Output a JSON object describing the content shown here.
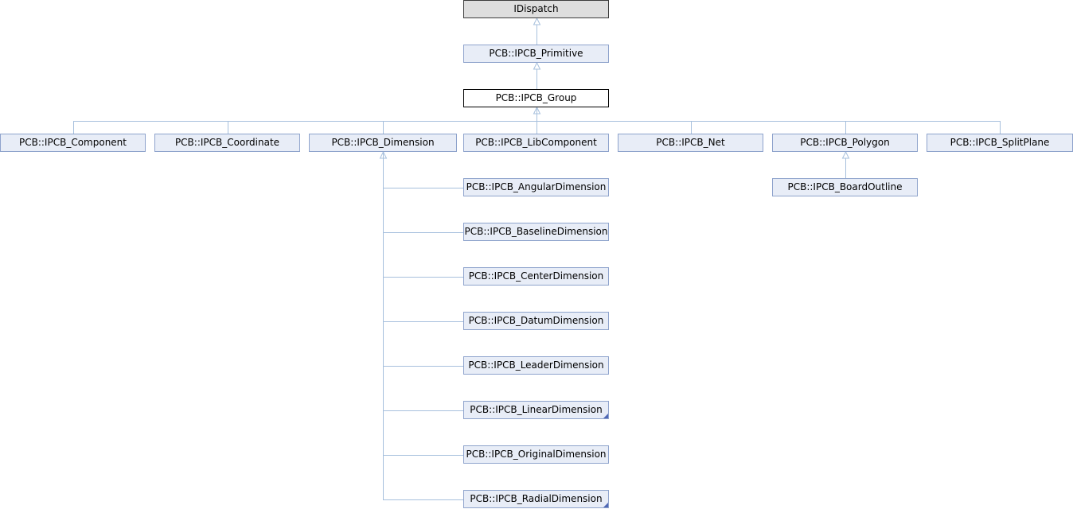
{
  "nodes": [
    {
      "id": "idispatch",
      "label": "IDispatch",
      "kind": "root"
    },
    {
      "id": "primitive",
      "label": "PCB::IPCB_Primitive",
      "kind": "link"
    },
    {
      "id": "group",
      "label": "PCB::IPCB_Group",
      "kind": "current"
    },
    {
      "id": "component",
      "label": "PCB::IPCB_Component",
      "kind": "link"
    },
    {
      "id": "coordinate",
      "label": "PCB::IPCB_Coordinate",
      "kind": "link"
    },
    {
      "id": "dimension",
      "label": "PCB::IPCB_Dimension",
      "kind": "link"
    },
    {
      "id": "libcomponent",
      "label": "PCB::IPCB_LibComponent",
      "kind": "link"
    },
    {
      "id": "net",
      "label": "PCB::IPCB_Net",
      "kind": "link"
    },
    {
      "id": "polygon",
      "label": "PCB::IPCB_Polygon",
      "kind": "link"
    },
    {
      "id": "splitplane",
      "label": "PCB::IPCB_SplitPlane",
      "kind": "link"
    },
    {
      "id": "angular",
      "label": "PCB::IPCB_AngularDimension",
      "kind": "link"
    },
    {
      "id": "baseline",
      "label": "PCB::IPCB_BaselineDimension",
      "kind": "link"
    },
    {
      "id": "center",
      "label": "PCB::IPCB_CenterDimension",
      "kind": "link"
    },
    {
      "id": "datum",
      "label": "PCB::IPCB_DatumDimension",
      "kind": "link"
    },
    {
      "id": "leader",
      "label": "PCB::IPCB_LeaderDimension",
      "kind": "link"
    },
    {
      "id": "linear",
      "label": "PCB::IPCB_LinearDimension",
      "kind": "link",
      "truncated": true
    },
    {
      "id": "original",
      "label": "PCB::IPCB_OriginalDimension",
      "kind": "link"
    },
    {
      "id": "radial",
      "label": "PCB::IPCB_RadialDimension",
      "kind": "link",
      "truncated": true
    },
    {
      "id": "boardoutline",
      "label": "PCB::IPCB_BoardOutline",
      "kind": "link"
    }
  ],
  "edges": [
    {
      "child": "primitive",
      "parent": "idispatch"
    },
    {
      "child": "group",
      "parent": "primitive"
    },
    {
      "child": "component",
      "parent": "group"
    },
    {
      "child": "coordinate",
      "parent": "group"
    },
    {
      "child": "dimension",
      "parent": "group"
    },
    {
      "child": "libcomponent",
      "parent": "group"
    },
    {
      "child": "net",
      "parent": "group"
    },
    {
      "child": "polygon",
      "parent": "group"
    },
    {
      "child": "splitplane",
      "parent": "group"
    },
    {
      "child": "angular",
      "parent": "dimension"
    },
    {
      "child": "baseline",
      "parent": "dimension"
    },
    {
      "child": "center",
      "parent": "dimension"
    },
    {
      "child": "datum",
      "parent": "dimension"
    },
    {
      "child": "leader",
      "parent": "dimension"
    },
    {
      "child": "linear",
      "parent": "dimension"
    },
    {
      "child": "original",
      "parent": "dimension"
    },
    {
      "child": "radial",
      "parent": "dimension"
    },
    {
      "child": "boardoutline",
      "parent": "polygon"
    }
  ],
  "colors": {
    "edge": "#a7c0dd",
    "node_fill": "#e8edf7",
    "node_border": "#8ea3cc",
    "root_fill": "#dedede",
    "current_fill": "#ffffff"
  }
}
